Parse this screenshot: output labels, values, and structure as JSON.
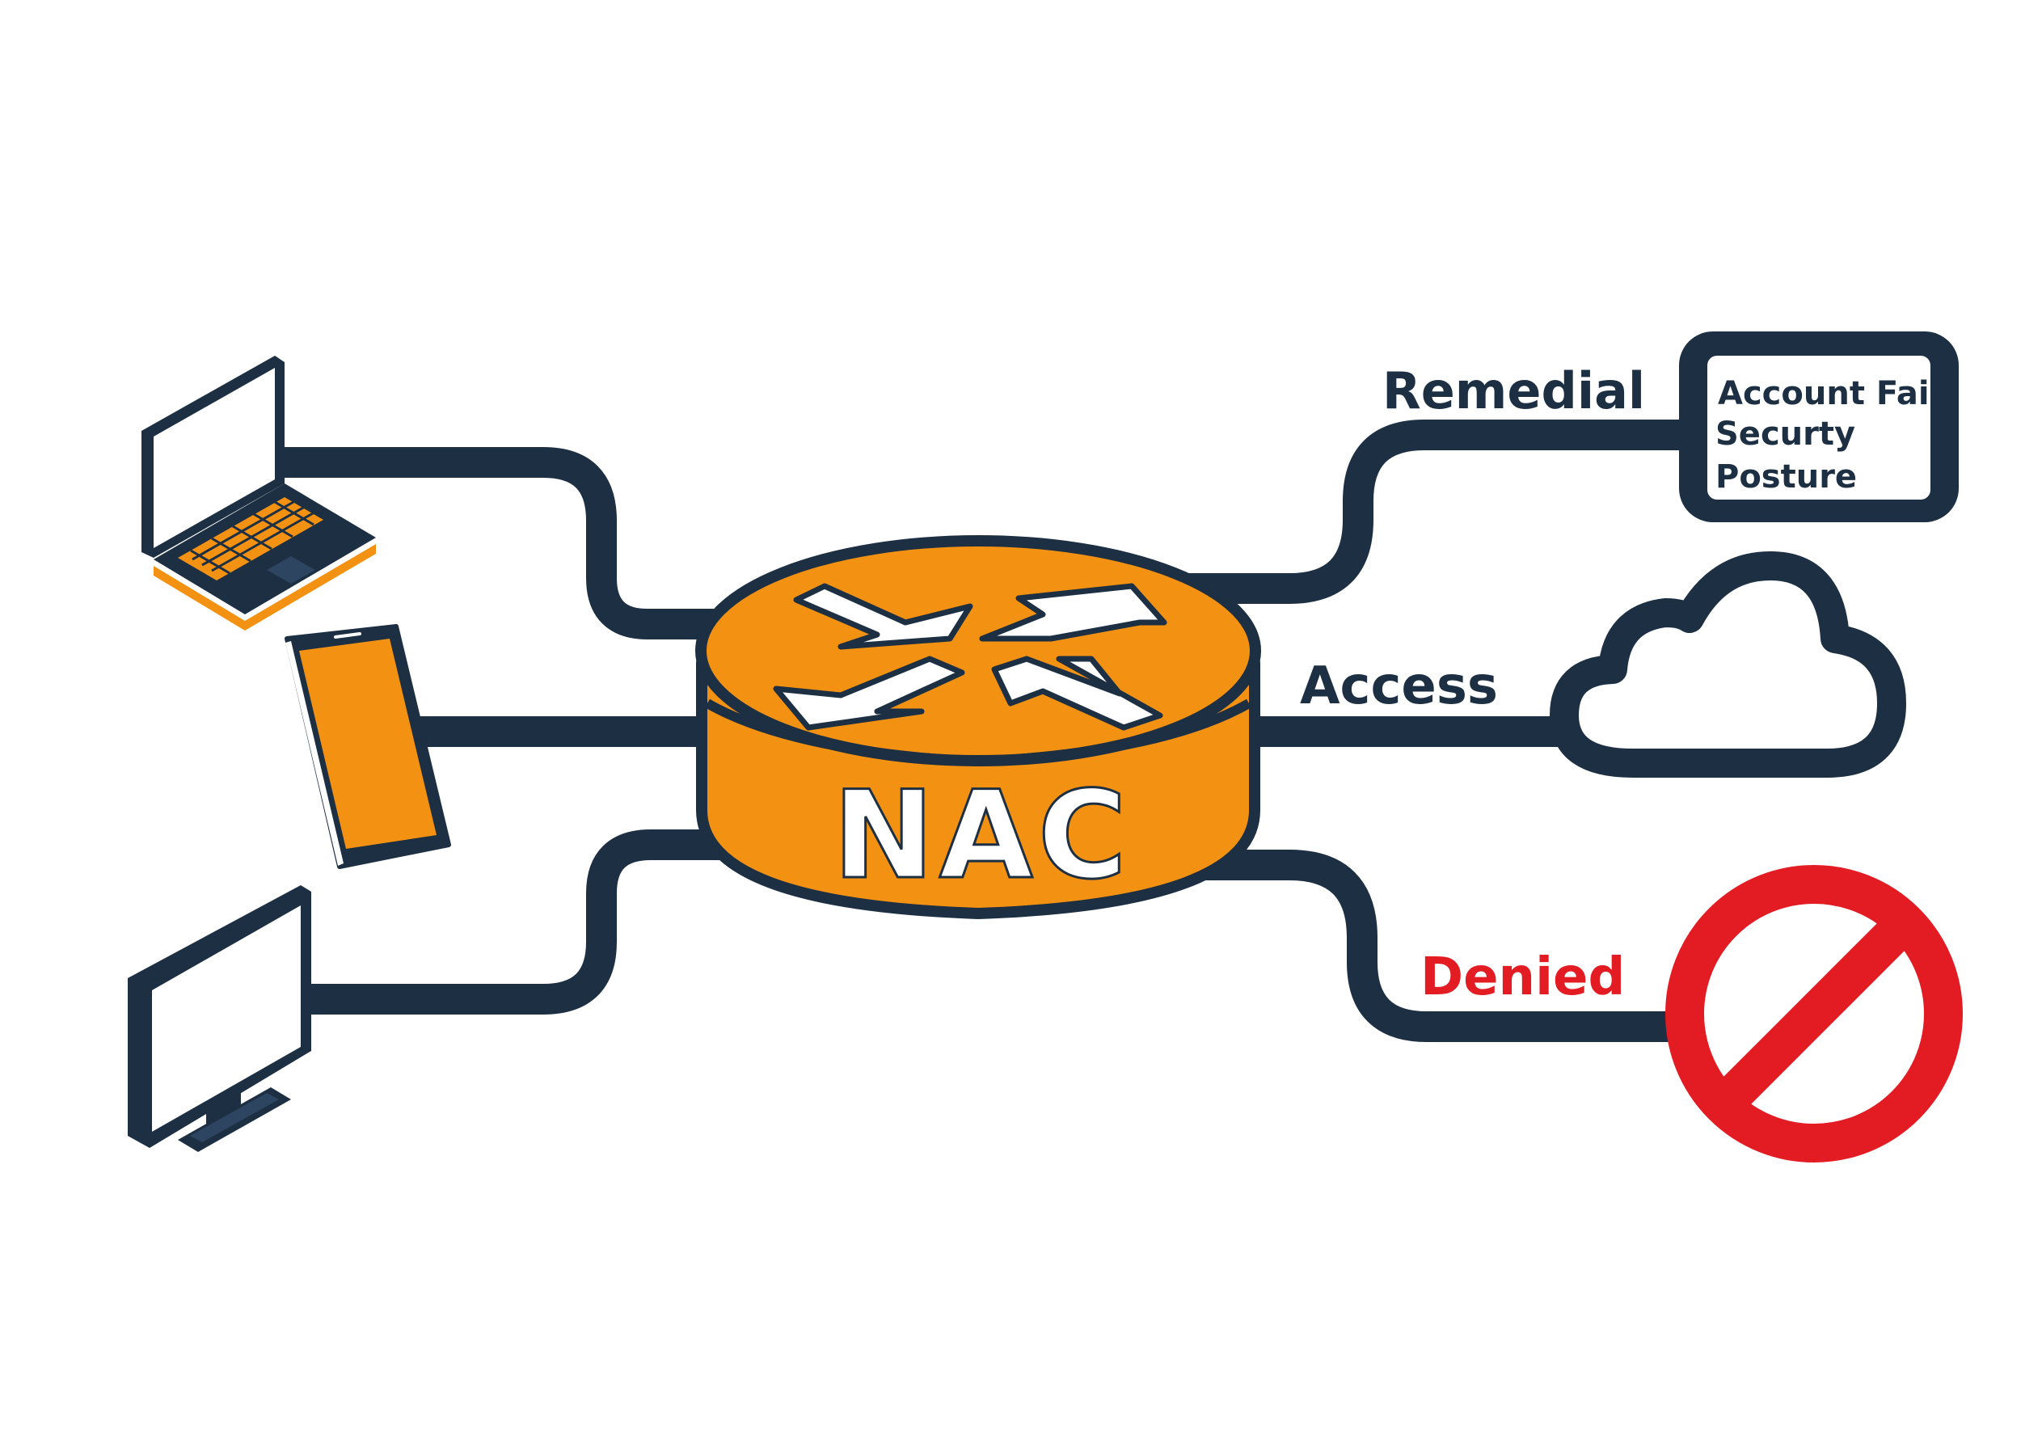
{
  "device": {
    "label": "NAC",
    "color": "#f39212"
  },
  "colors": {
    "line": "#1d2f42",
    "accent": "#f39212",
    "denied": "#e31b23",
    "background": "#ffffff"
  },
  "endpoints": {
    "laptop_icon": "laptop-icon",
    "phone_icon": "smartphone-icon",
    "monitor_icon": "desktop-monitor-icon"
  },
  "outcomes": {
    "remedial": {
      "label": "Remedial",
      "box_lines": [
        "Account Fail",
        "Securty",
        "Posture"
      ]
    },
    "access": {
      "label": "Access",
      "icon": "cloud-icon"
    },
    "denied": {
      "label": "Denied",
      "icon": "prohibited-icon"
    }
  }
}
